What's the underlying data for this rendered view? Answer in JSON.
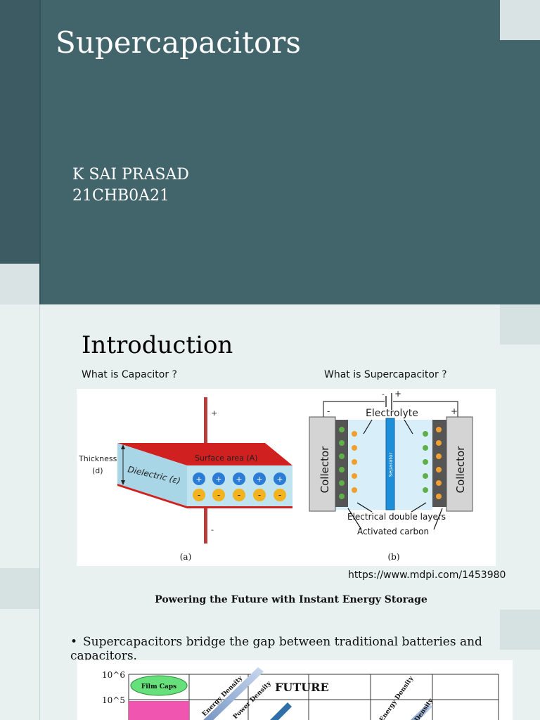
{
  "slide1": {
    "title": "Supercapacitors",
    "author_name": "K SAI PRASAD",
    "author_id": "21CHB0A21",
    "colors": {
      "background": "#42646b",
      "accent_block": "#d9e3e3"
    }
  },
  "slide2": {
    "title": "Introduction",
    "question_capacitor": "What is Capacitor ?",
    "question_supercapacitor": "What is Supercapacitor ?",
    "figure": {
      "panel_a": {
        "plus": "+",
        "minus": "-",
        "thickness_label": "Thickness",
        "thickness_symbol": "(d)",
        "surface_label": "Surface area (A)",
        "dielectric_label": "Dielectric (ε)",
        "panel_label": "(a)",
        "charge_plus": "+",
        "charge_minus": "-"
      },
      "panel_b": {
        "electrolyte_label": "Electrolyte",
        "collector_left": "Collector",
        "collector_right": "Collector",
        "separator_label": "Separator",
        "edl_label": "Electrical double layers",
        "carbon_label": "Activated carbon",
        "minus": "-",
        "plus": "+",
        "panel_label": "(b)"
      }
    },
    "source": "https://www.mdpi.com/1453980",
    "caption": "Powering the Future with Instant Energy Storage",
    "bullet": "Supercapacitors bridge the gap between traditional batteries and capacitors.",
    "chart": {
      "tick_1": "10^6",
      "tick_2": "10^5",
      "film_caps": "Film Caps",
      "future_label": "FUTURE",
      "arrow_1a": "Energy Density",
      "arrow_1b": "Power Density",
      "arrow_2a": "Energy Density",
      "arrow_2b": "Density"
    }
  }
}
